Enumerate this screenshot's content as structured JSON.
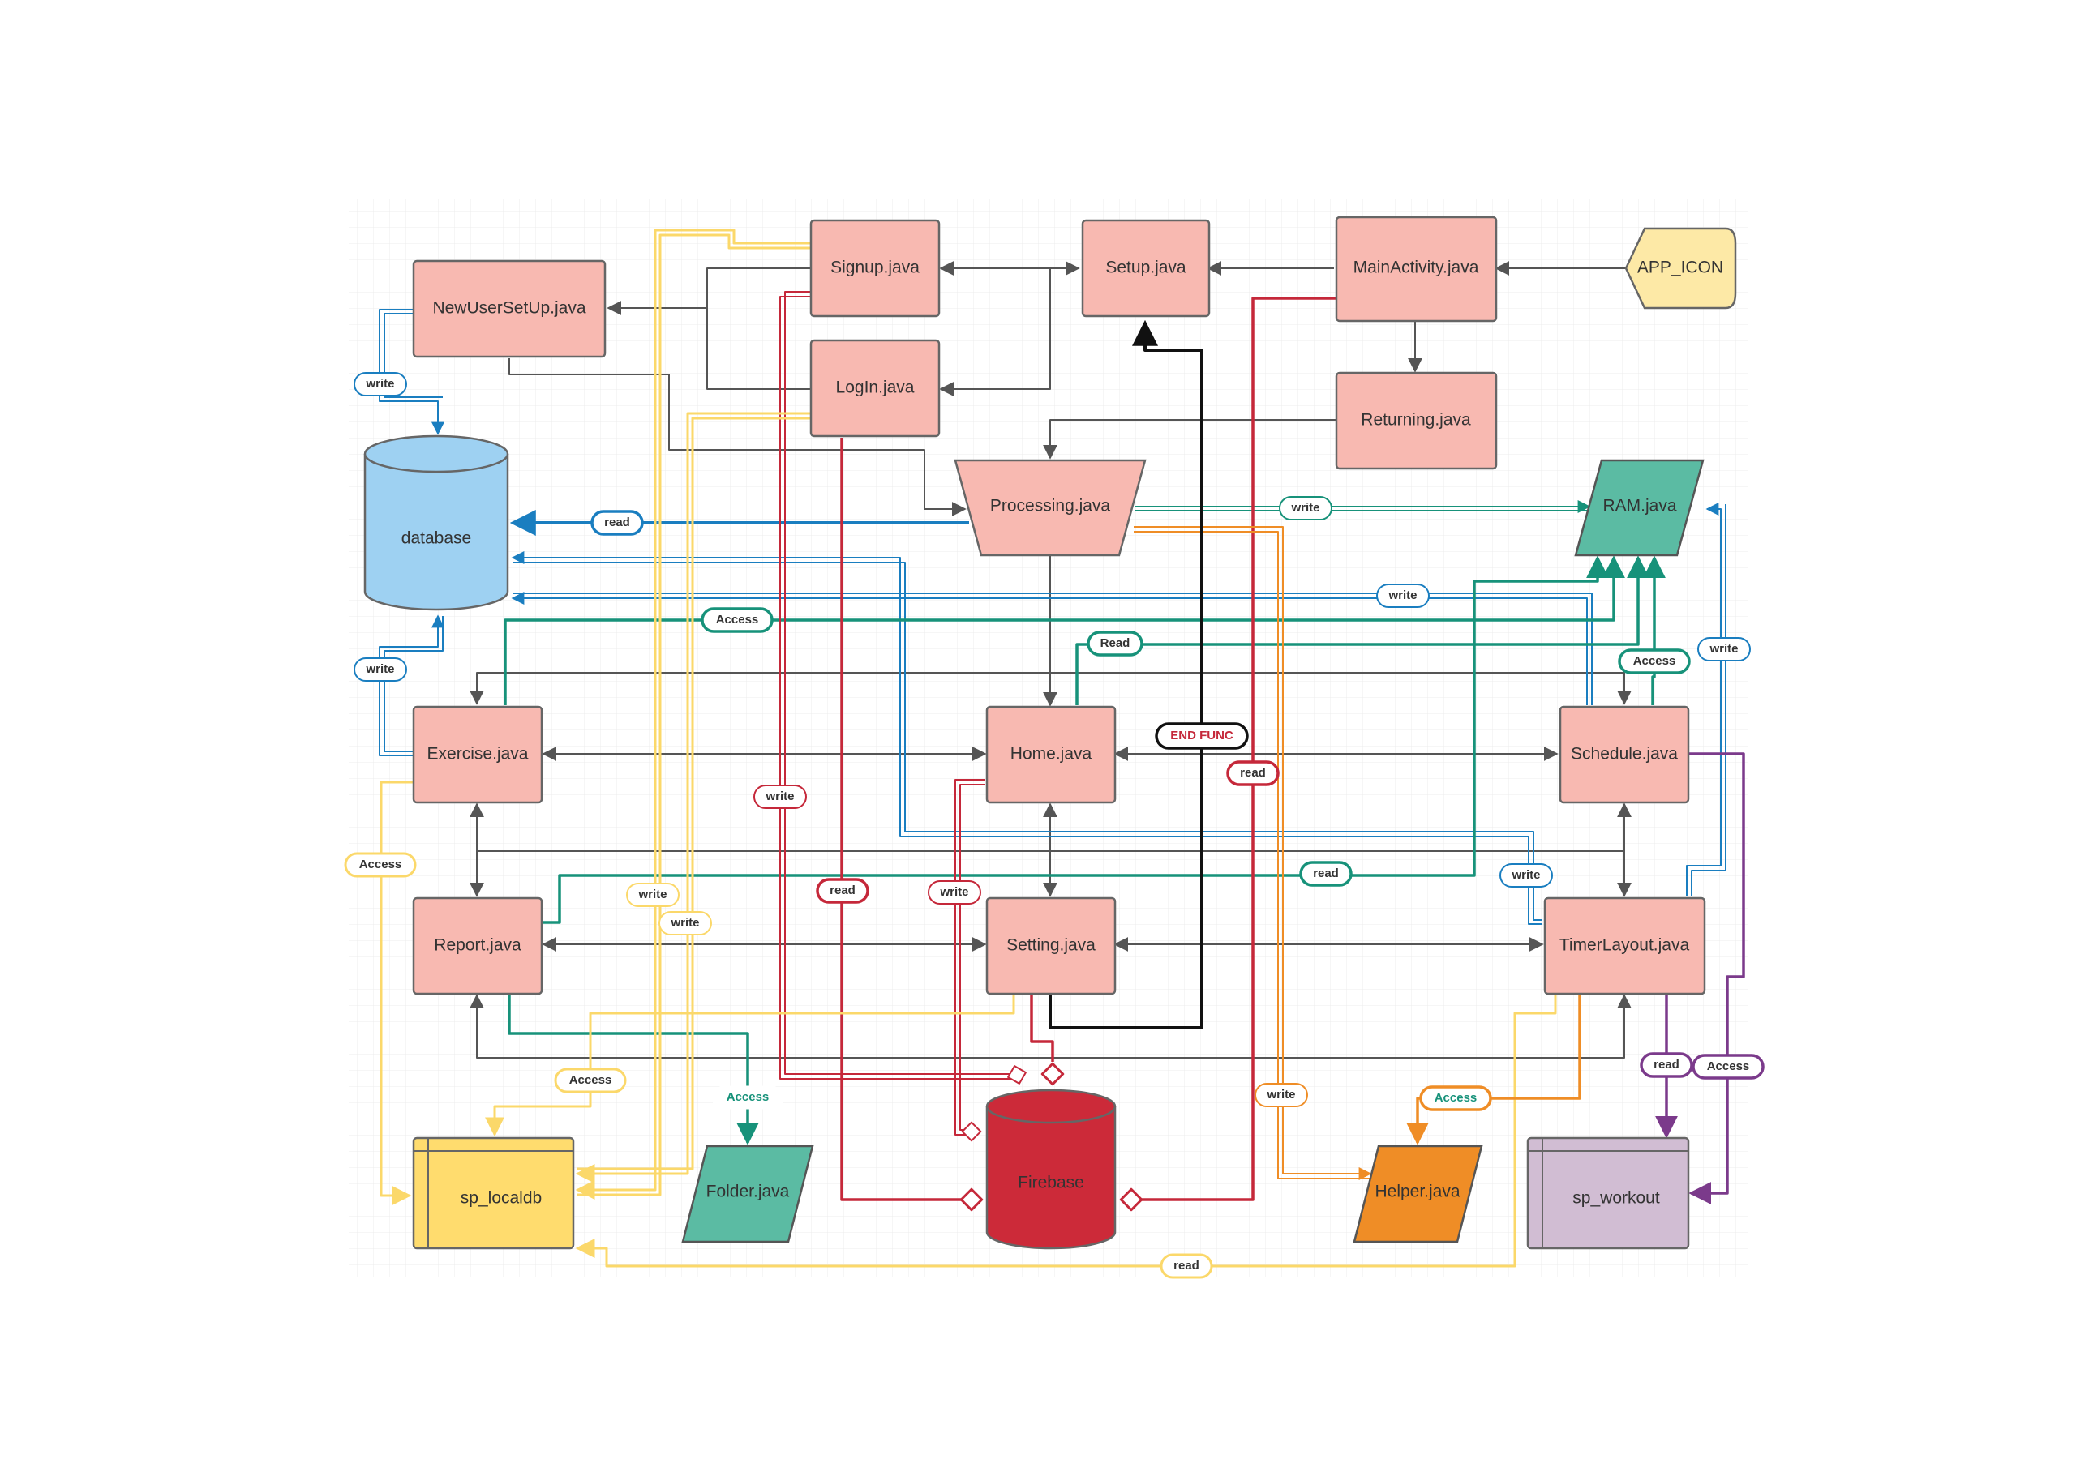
{
  "nodes": {
    "signup": "Signup.java",
    "setup": "Setup.java",
    "main_activity": "MainActivity.java",
    "app_icon": "APP_ICON",
    "new_user_setup": "NewUserSetUp.java",
    "login": "LogIn.java",
    "returning": "Returning.java",
    "database": "database",
    "processing": "Processing.java",
    "ram": "RAM.java",
    "exercise": "Exercise.java",
    "home": "Home.java",
    "schedule": "Schedule.java",
    "report": "Report.java",
    "setting": "Setting.java",
    "timer_layout": "TimerLayout.java",
    "sp_localdb": "sp_localdb",
    "folder": "Folder.java",
    "firebase": "Firebase",
    "helper": "Helper.java",
    "sp_workout": "sp_workout"
  },
  "edge_labels": {
    "write": "write",
    "read": "read",
    "access": "Access",
    "read_cap": "Read",
    "end_func": "END FUNC"
  },
  "colors": {
    "box_fill": "#f8b9b1",
    "box_stroke": "#666666",
    "database_fill": "#9ed1f2",
    "ram_fill": "#5bbba3",
    "app_icon_fill": "#fde9a6",
    "sp_localdb_fill": "#ffdc6e",
    "folder_fill": "#5bbba3",
    "firebase_fill": "#cc2a39",
    "helper_fill": "#ef8d26",
    "sp_workout_fill": "#d1bdd3",
    "blue": "#1a7ec0",
    "green": "#17927a",
    "red": "#c5283a",
    "yellow": "#fbd86a",
    "orange": "#ef8d26",
    "purple": "#7b3a8b",
    "gray": "#555555",
    "black": "#111111"
  }
}
